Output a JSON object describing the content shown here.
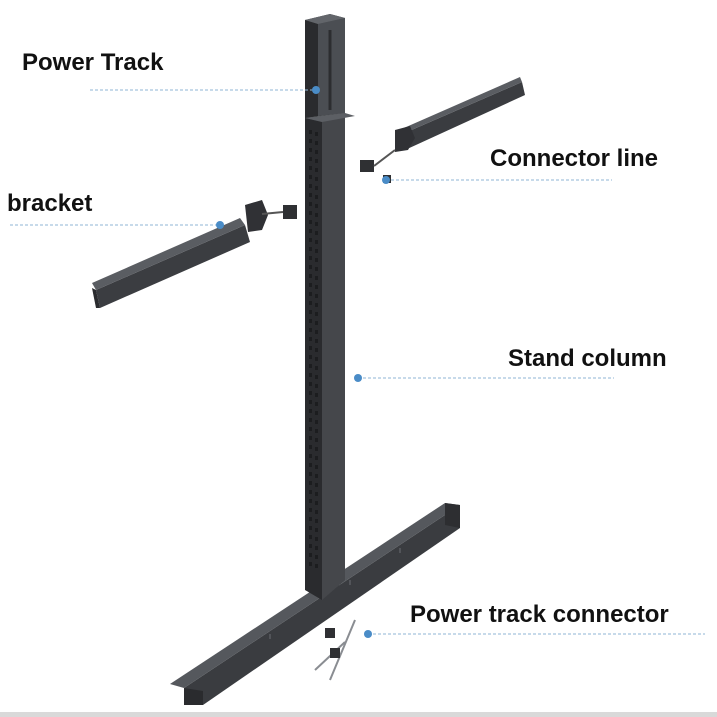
{
  "callouts": {
    "power_track": "Power Track",
    "connector_line": "Connector line",
    "bracket": "bracket",
    "stand_column": "Stand column",
    "power_track_connector": "Power track connector"
  },
  "colors": {
    "metal_dark": "#2f3033",
    "metal_mid": "#45474b",
    "metal_light": "#5c5f64",
    "leader_line": "#8fb4d6",
    "leader_dot": "#4a8cc7",
    "label_text": "#111111"
  }
}
